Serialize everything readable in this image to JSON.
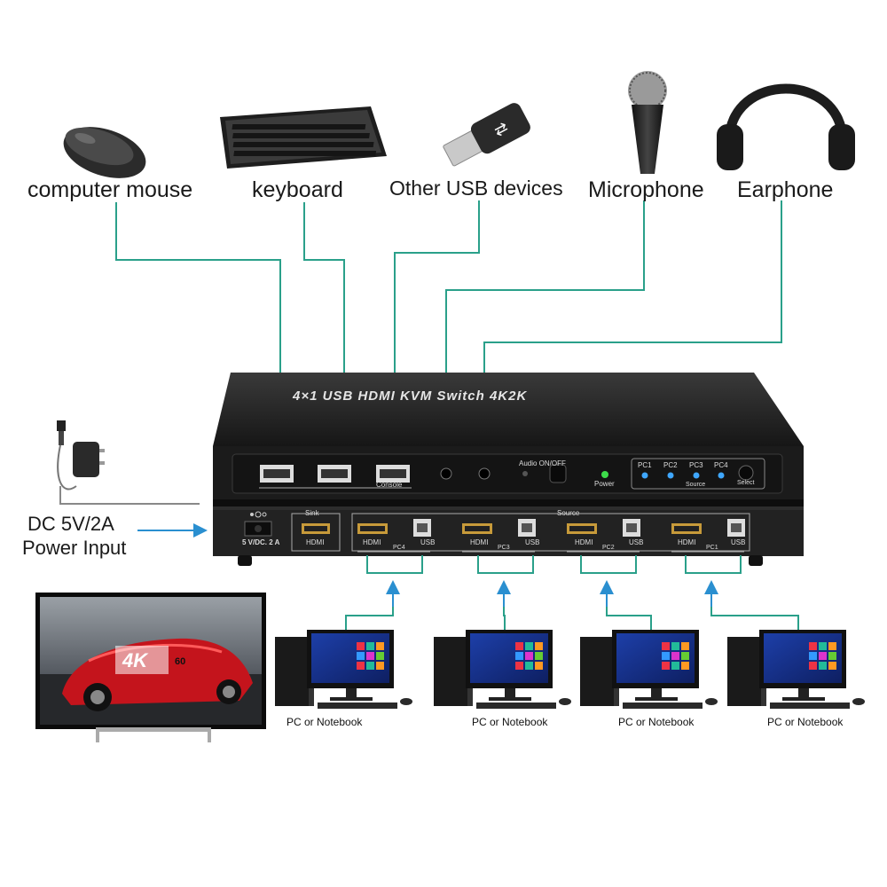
{
  "labels": {
    "mouse": "computer mouse",
    "keyboard": "keyboard",
    "usb": "Other USB devices",
    "microphone": "Microphone",
    "earphone": "Earphone",
    "power_line1": "DC 5V/2A",
    "power_line2": "Power Input"
  },
  "device": {
    "title": "4×1 USB HDMI KVM Switch 4K2K",
    "console_label": "Console",
    "audio_label": "Audio ON/OFF",
    "power_label": "Power",
    "pc_leds": [
      "PC1",
      "PC2",
      "PC3",
      "PC4"
    ],
    "source_label": "Source",
    "select_label": "Select",
    "dc_label": "5 V/DC. 2 A",
    "sink_label": "Sink",
    "hdmi_label": "HDMI",
    "usb_label": "USB",
    "rear_source_label": "Source",
    "rear_ports": [
      {
        "pc": "PC4"
      },
      {
        "pc": "PC3"
      },
      {
        "pc": "PC2"
      },
      {
        "pc": "PC1"
      }
    ]
  },
  "tv": {
    "badge_4k": "4K",
    "badge_60": "60"
  },
  "computers": [
    "PC or Notebook",
    "PC or Notebook",
    "PC or Notebook",
    "PC or Notebook"
  ],
  "colors": {
    "cable": "#2aa08a",
    "arrow": "#2a8fd0",
    "device_body": "#1d1d1d",
    "led_blue": "#3fa7ff",
    "led_green": "#3ddc4a"
  }
}
